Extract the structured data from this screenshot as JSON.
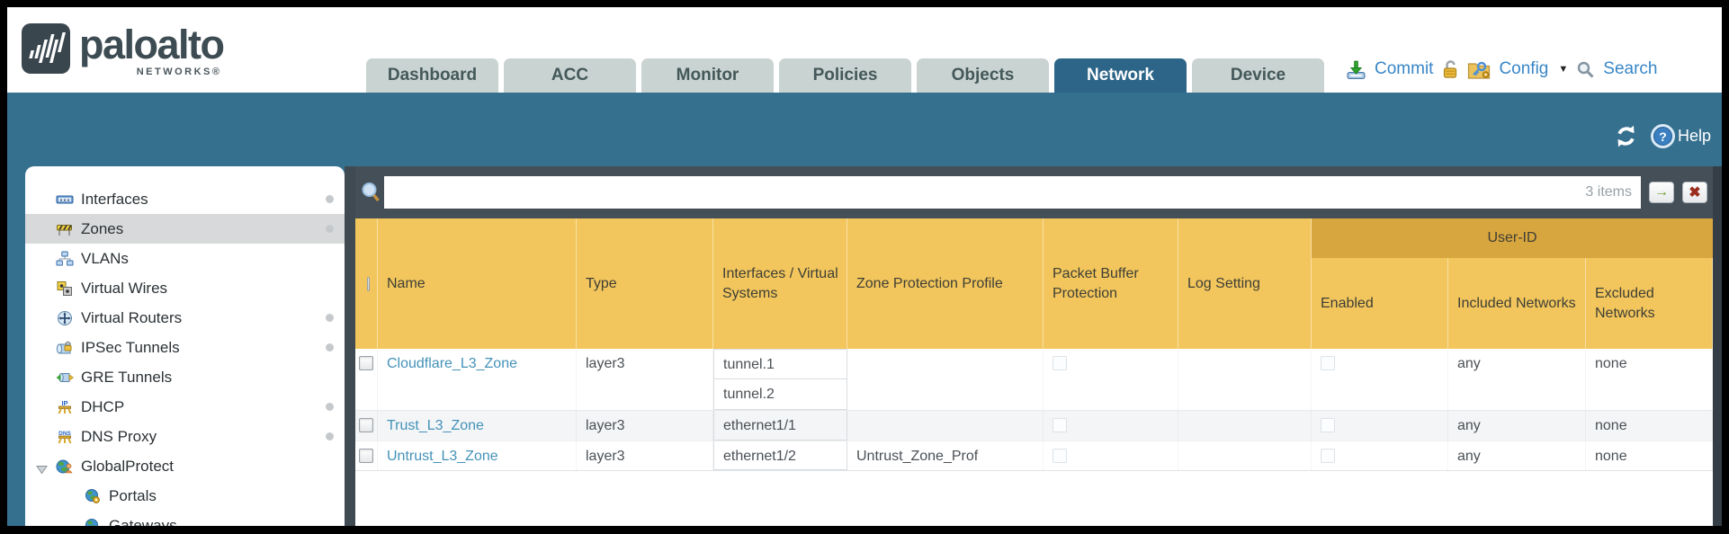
{
  "brand": {
    "name": "paloalto",
    "sub": "NETWORKS®"
  },
  "tabs": [
    {
      "label": "Dashboard",
      "active": false
    },
    {
      "label": "ACC",
      "active": false
    },
    {
      "label": "Monitor",
      "active": false
    },
    {
      "label": "Policies",
      "active": false
    },
    {
      "label": "Objects",
      "active": false
    },
    {
      "label": "Network",
      "active": true
    },
    {
      "label": "Device",
      "active": false
    }
  ],
  "top_actions": {
    "commit_label": "Commit",
    "config_label": "Config",
    "search_label": "Search"
  },
  "band": {
    "help_label": "Help",
    "help_glyph": "?"
  },
  "sidebar": {
    "items": [
      {
        "label": "Interfaces",
        "dot": true
      },
      {
        "label": "Zones",
        "dot": true,
        "selected": true
      },
      {
        "label": "VLANs",
        "dot": false
      },
      {
        "label": "Virtual Wires",
        "dot": false
      },
      {
        "label": "Virtual Routers",
        "dot": true
      },
      {
        "label": "IPSec Tunnels",
        "dot": true
      },
      {
        "label": "GRE Tunnels",
        "dot": false
      },
      {
        "label": "DHCP",
        "dot": true
      },
      {
        "label": "DNS Proxy",
        "dot": true
      },
      {
        "label": "GlobalProtect",
        "dot": false,
        "expanded": true
      },
      {
        "label": "Portals",
        "dot": false,
        "child": true
      },
      {
        "label": "Gateways",
        "dot": false,
        "child": true
      }
    ]
  },
  "toolbar": {
    "search_value": "",
    "items_count": "3 items",
    "go_glyph": "→",
    "clear_glyph": "✖"
  },
  "table": {
    "group_header": "User-ID",
    "columns": [
      "Name",
      "Type",
      "Interfaces / Virtual Systems",
      "Zone Protection Profile",
      "Packet Buffer Protection",
      "Log Setting",
      "Enabled",
      "Included Networks",
      "Excluded Networks"
    ],
    "rows": [
      {
        "name": "Cloudflare_L3_Zone",
        "type": "layer3",
        "interfaces": [
          "tunnel.1",
          "tunnel.2"
        ],
        "zone_protection_profile": "",
        "log_setting": "",
        "included_networks": "any",
        "excluded_networks": "none"
      },
      {
        "name": "Trust_L3_Zone",
        "type": "layer3",
        "interfaces": [
          "ethernet1/1"
        ],
        "zone_protection_profile": "",
        "log_setting": "",
        "included_networks": "any",
        "excluded_networks": "none"
      },
      {
        "name": "Untrust_L3_Zone",
        "type": "layer3",
        "interfaces": [
          "ethernet1/2"
        ],
        "zone_protection_profile": "Untrust_Zone_Prof",
        "log_setting": "",
        "included_networks": "any",
        "excluded_networks": "none"
      }
    ]
  },
  "colors": {
    "teal_band": "#36708f",
    "active_tab": "#2c6587",
    "inactive_tab": "#c9d3d1",
    "toolbar_dark": "#454f58",
    "header_gold": "#f2c65c",
    "userid_band_gold": "#d8a63e",
    "link_blue": "#4492b8",
    "action_blue": "#3886c8",
    "alt_row": "#f3f5f7"
  }
}
